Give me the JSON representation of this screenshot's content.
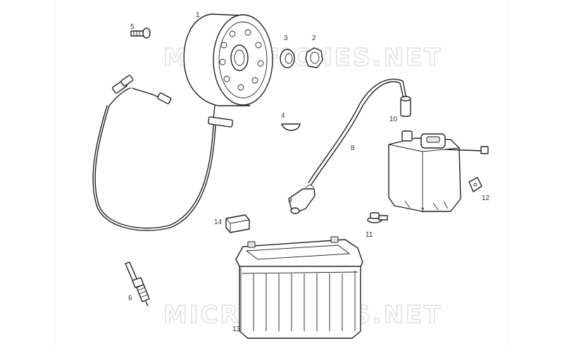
{
  "watermarks": [
    "MICROFICHES.NET",
    "MICROFICHES.NET"
  ],
  "callouts": {
    "flywheel": "1",
    "nut": "2",
    "washer": "3",
    "key": "4",
    "screw": "5",
    "spark_plug": "6",
    "ignition_coil": "7",
    "ht_lead": "8",
    "plug_cap": "9",
    "cap_end": "10",
    "coil_bolt": "11",
    "bracket": "12",
    "battery": "13",
    "fuse": "14"
  }
}
